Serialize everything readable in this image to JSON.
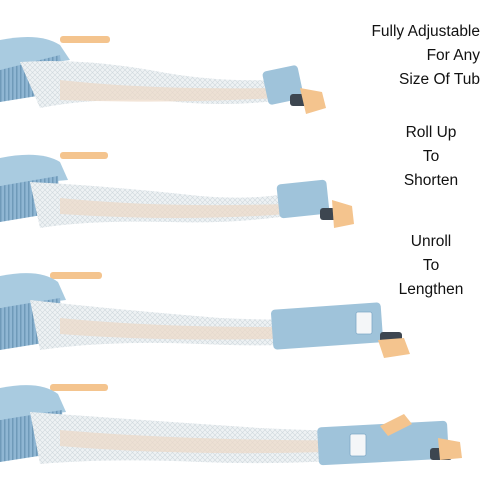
{
  "captions": [
    {
      "lines": [
        "Fully Adjustable",
        "For Any",
        "Size Of Tub"
      ]
    },
    {
      "lines": [
        "Roll Up",
        "To",
        "Shorten"
      ]
    },
    {
      "lines": [
        "Unroll",
        "To",
        "Lengthen"
      ]
    }
  ],
  "colors": {
    "strap_blue": "#a9cbe0",
    "strap_blue_dark": "#7fa9c6",
    "mesh_white": "#eef2f4",
    "mesh_peach": "#ecd8c6",
    "buckle_peach": "#f4c48e",
    "buckle_dark": "#3d4650"
  }
}
